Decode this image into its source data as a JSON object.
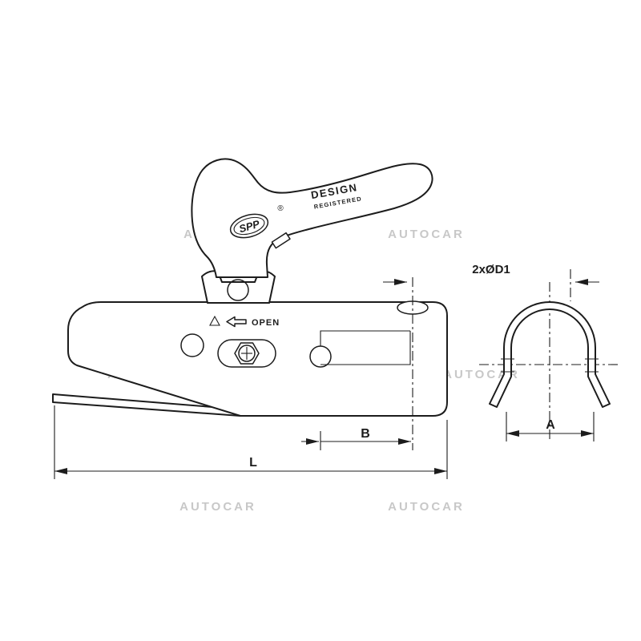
{
  "diagram": {
    "labels": {
      "design": "DESIGN",
      "registered": "REGISTERED",
      "brand": "SPP",
      "registered_mark": "®",
      "open": "OPEN"
    },
    "dimensions": {
      "hole": "2xØD1",
      "width_b": "B",
      "length_l": "L",
      "width_a": "A"
    },
    "colors": {
      "line": "#1c1c1c",
      "watermark": "#c8c8c8",
      "background": "#ffffff"
    }
  },
  "watermark": {
    "text": "AUTOCAR"
  }
}
